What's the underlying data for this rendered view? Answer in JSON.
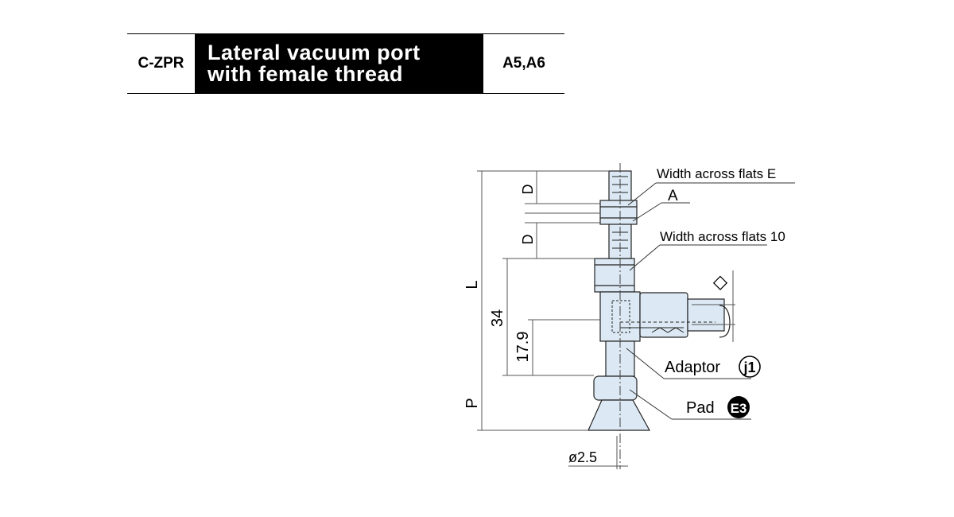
{
  "header": {
    "model_code": "C-ZPR",
    "title_line1": "Lateral vacuum port",
    "title_line2": "with female thread",
    "sizes": "A5,A6"
  },
  "dimensions": {
    "d_top": "D",
    "d_bottom": "D",
    "l": "L",
    "dim_34": "34",
    "dim_17_9": "17.9",
    "p": "P",
    "diameter": "ø2.5"
  },
  "callouts": {
    "width_across_flats_e": "Width across flats E",
    "a": "A",
    "width_across_flats_10": "Width across flats 10",
    "diamond": "◇",
    "adaptor": "Adaptor",
    "adaptor_code": "j1",
    "pad": "Pad",
    "pad_code": "E3"
  },
  "colors": {
    "part_fill": "#dce9f4",
    "line": "#222222",
    "dimension": "#555555"
  }
}
